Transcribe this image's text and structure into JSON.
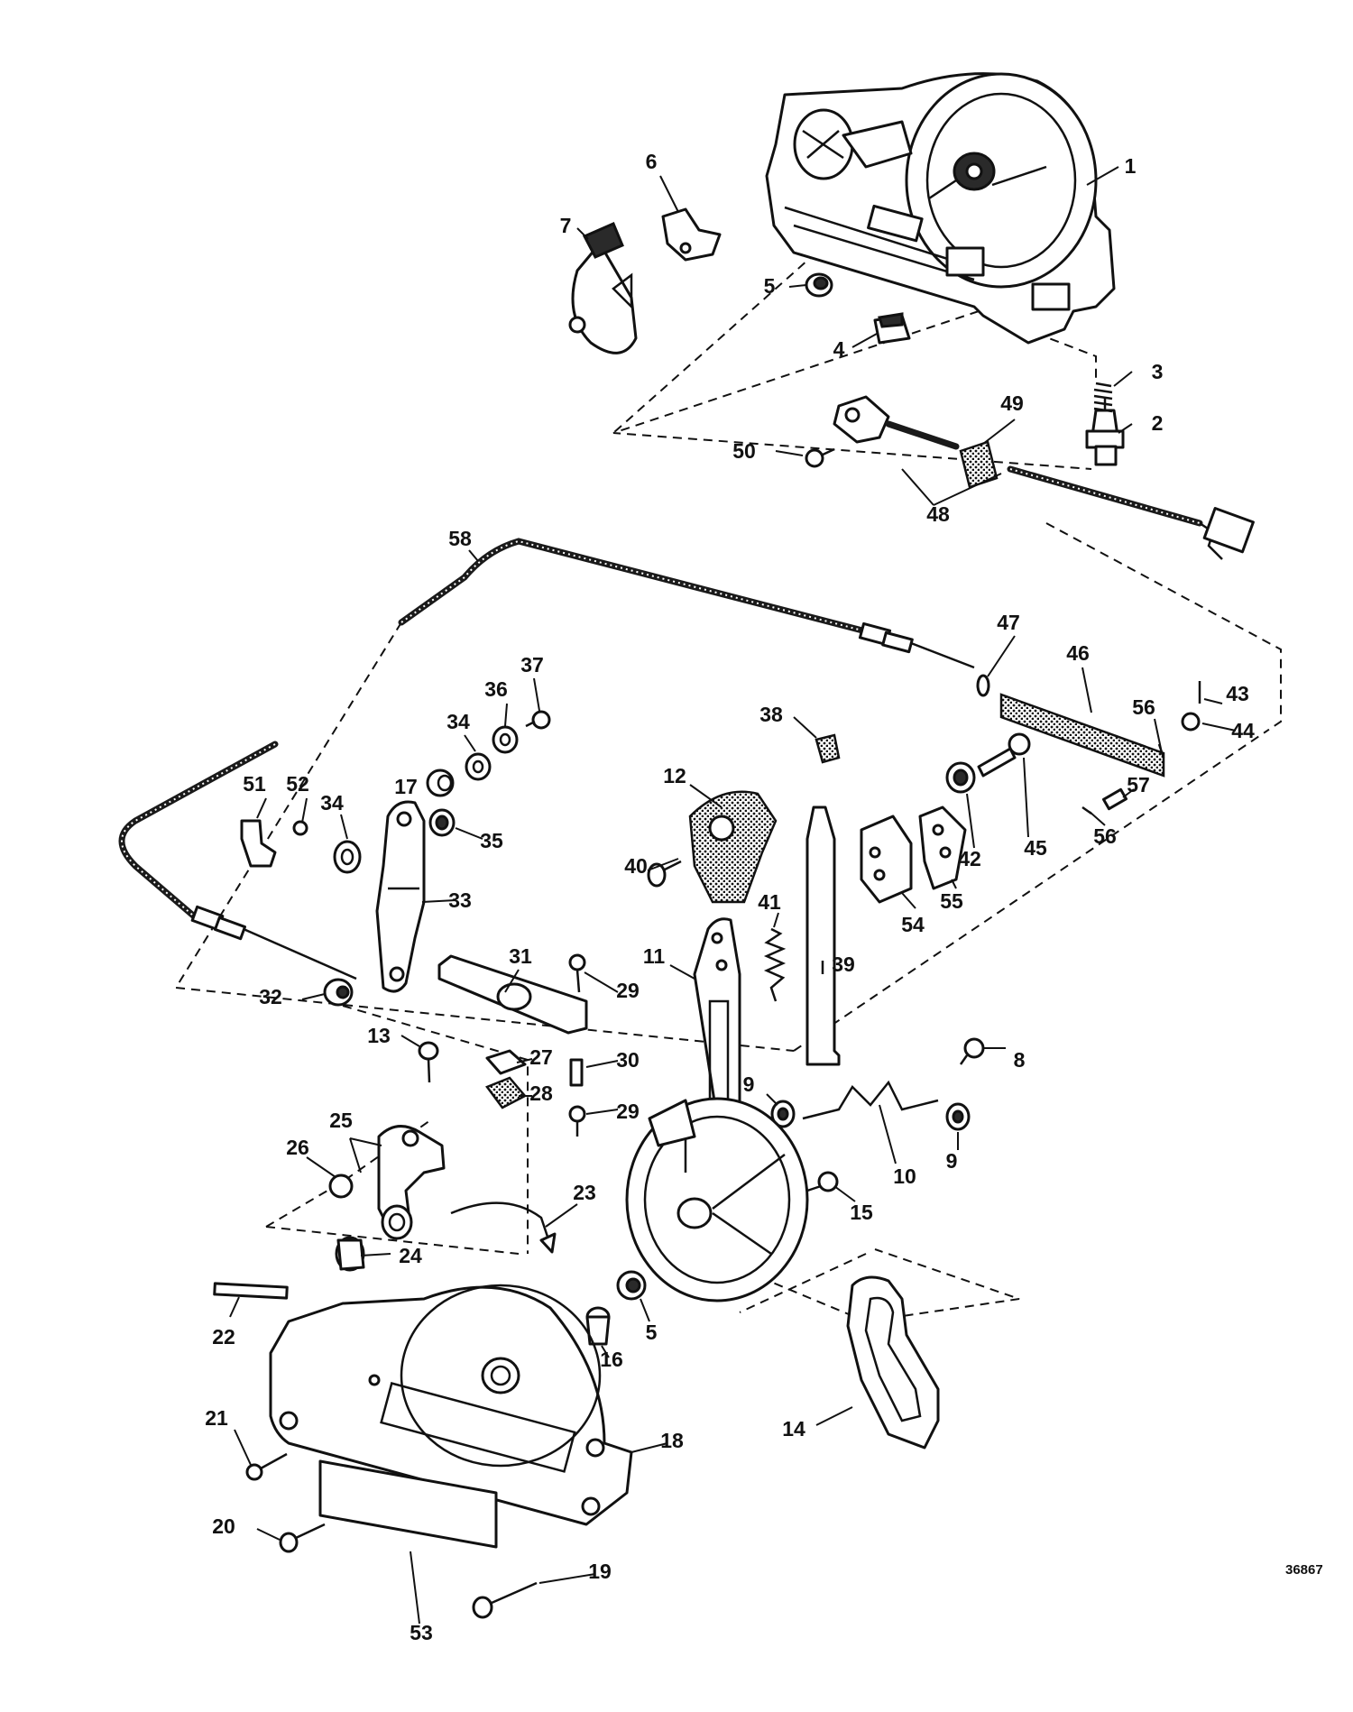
{
  "figure_number": "36867",
  "callouts": [
    {
      "id": "c1",
      "label": "1"
    },
    {
      "id": "c2",
      "label": "2"
    },
    {
      "id": "c3",
      "label": "3"
    },
    {
      "id": "c4",
      "label": "4"
    },
    {
      "id": "c5a",
      "label": "5"
    },
    {
      "id": "c5b",
      "label": "5"
    },
    {
      "id": "c6",
      "label": "6"
    },
    {
      "id": "c7",
      "label": "7"
    },
    {
      "id": "c8",
      "label": "8"
    },
    {
      "id": "c9a",
      "label": "9"
    },
    {
      "id": "c9b",
      "label": "9"
    },
    {
      "id": "c10",
      "label": "10"
    },
    {
      "id": "c11",
      "label": "11"
    },
    {
      "id": "c12",
      "label": "12"
    },
    {
      "id": "c13",
      "label": "13"
    },
    {
      "id": "c14",
      "label": "14"
    },
    {
      "id": "c15",
      "label": "15"
    },
    {
      "id": "c16",
      "label": "16"
    },
    {
      "id": "c17",
      "label": "17"
    },
    {
      "id": "c18",
      "label": "18"
    },
    {
      "id": "c19",
      "label": "19"
    },
    {
      "id": "c20",
      "label": "20"
    },
    {
      "id": "c21",
      "label": "21"
    },
    {
      "id": "c22",
      "label": "22"
    },
    {
      "id": "c23",
      "label": "23"
    },
    {
      "id": "c24",
      "label": "24"
    },
    {
      "id": "c25",
      "label": "25"
    },
    {
      "id": "c26",
      "label": "26"
    },
    {
      "id": "c27",
      "label": "27"
    },
    {
      "id": "c28",
      "label": "28"
    },
    {
      "id": "c29a",
      "label": "29"
    },
    {
      "id": "c29b",
      "label": "29"
    },
    {
      "id": "c30",
      "label": "30"
    },
    {
      "id": "c31",
      "label": "31"
    },
    {
      "id": "c32",
      "label": "32"
    },
    {
      "id": "c33",
      "label": "33"
    },
    {
      "id": "c34a",
      "label": "34"
    },
    {
      "id": "c34b",
      "label": "34"
    },
    {
      "id": "c35",
      "label": "35"
    },
    {
      "id": "c36",
      "label": "36"
    },
    {
      "id": "c37",
      "label": "37"
    },
    {
      "id": "c38",
      "label": "38"
    },
    {
      "id": "c39",
      "label": "39"
    },
    {
      "id": "c40",
      "label": "40"
    },
    {
      "id": "c41",
      "label": "41"
    },
    {
      "id": "c42",
      "label": "42"
    },
    {
      "id": "c43",
      "label": "43"
    },
    {
      "id": "c44",
      "label": "44"
    },
    {
      "id": "c45",
      "label": "45"
    },
    {
      "id": "c46",
      "label": "46"
    },
    {
      "id": "c47",
      "label": "47"
    },
    {
      "id": "c48",
      "label": "48"
    },
    {
      "id": "c49",
      "label": "49"
    },
    {
      "id": "c50",
      "label": "50"
    },
    {
      "id": "c51",
      "label": "51"
    },
    {
      "id": "c52",
      "label": "52"
    },
    {
      "id": "c53",
      "label": "53"
    },
    {
      "id": "c54",
      "label": "54"
    },
    {
      "id": "c55",
      "label": "55"
    },
    {
      "id": "c56a",
      "label": "56"
    },
    {
      "id": "c56b",
      "label": "56"
    },
    {
      "id": "c57",
      "label": "57"
    },
    {
      "id": "c58",
      "label": "58"
    }
  ]
}
